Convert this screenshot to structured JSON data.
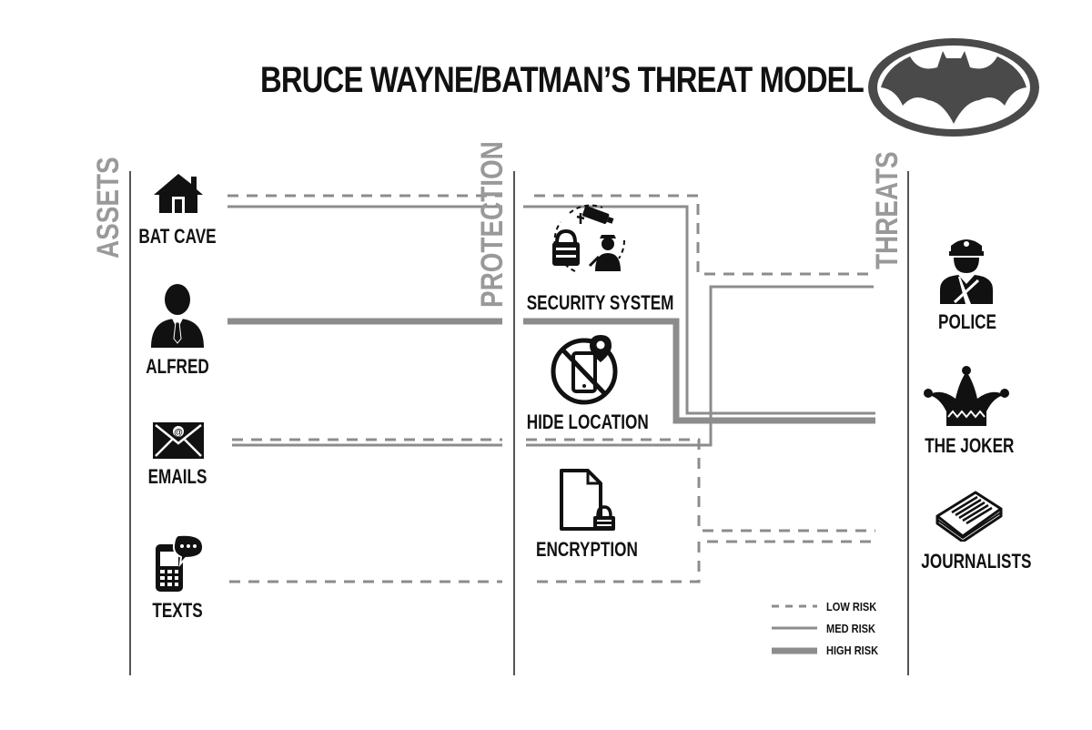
{
  "title": "BRUCE WAYNE/BATMAN’S THREAT MODEL",
  "columns": {
    "assets": "ASSETS",
    "protection": "PROTECTION",
    "threats": "THREATS"
  },
  "assets": [
    {
      "label": "BAT CAVE",
      "icon": "house-icon"
    },
    {
      "label": "ALFRED",
      "icon": "person-icon"
    },
    {
      "label": "EMAILS",
      "icon": "envelope-icon"
    },
    {
      "label": "TEXTS",
      "icon": "phone-chat-icon"
    }
  ],
  "protections": [
    {
      "label": "SECURITY SYSTEM",
      "icon": "security-system-icon"
    },
    {
      "label": "HIDE LOCATION",
      "icon": "hidden-location-icon"
    },
    {
      "label": "ENCRYPTION",
      "icon": "encrypted-file-icon"
    }
  ],
  "threats": [
    {
      "label": "POLICE",
      "icon": "police-icon"
    },
    {
      "label": "THE JOKER",
      "icon": "jester-hat-icon"
    },
    {
      "label": "JOURNALISTS",
      "icon": "newspaper-icon"
    }
  ],
  "legend": [
    {
      "label": "LOW RISK",
      "style": "dashed"
    },
    {
      "label": "MED RISK",
      "style": "solid"
    },
    {
      "label": "HIGH RISK",
      "style": "thick"
    }
  ],
  "colors": {
    "line": "#8c8c8c",
    "divider": "#555555",
    "logo": "#4a4a4a",
    "text": "#111111"
  }
}
